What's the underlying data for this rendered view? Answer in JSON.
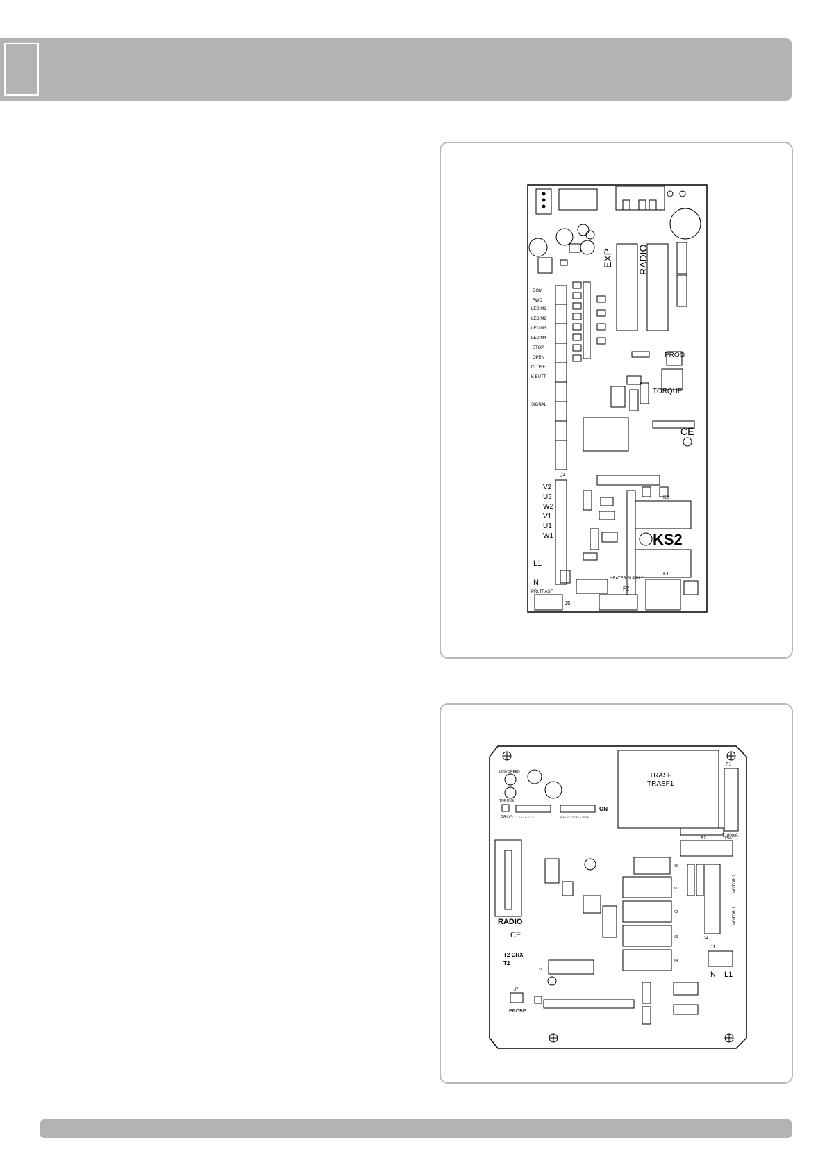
{
  "header": {
    "title": ""
  },
  "figure_top": {
    "board_label": "KS2",
    "labels": {
      "exp": "EXP",
      "radio": "RADIO",
      "prog": "PROG",
      "torque": "TORQUE",
      "ce": "CE",
      "com": "COM",
      "fwd": "FWD",
      "led1": "LED M1",
      "led2": "LED M2",
      "led3": "LED M3",
      "led4": "LED M4",
      "stop": "STOP",
      "open": "OPEN",
      "close": "CLOSE",
      "kbutt": "K BUTT",
      "signal": "SIGNAL",
      "v2": "V2",
      "u2": "U2",
      "w2": "W2",
      "v1": "V1",
      "u1": "U1",
      "w1": "W1",
      "l1": "L1",
      "n": "N",
      "heater_supply": "HEATER SUPPLY",
      "pri_trasf": "PRI.TRASF.",
      "j5": "J5",
      "f2": "F2",
      "k1": "K1",
      "k2": "K2",
      "j4": "J4"
    }
  },
  "figure_bottom": {
    "labels": {
      "trasf": "TRASF",
      "trasf1": "TRASF1",
      "f1": "F1",
      "f2": "F2",
      "t5a": "T5A",
      "t160ma": "T160mA",
      "low_speed": "LOW SPEED",
      "torque": "TORQUE",
      "prog": "PROG",
      "on": "ON",
      "radio": "RADIO",
      "ce": "CE",
      "t2crx": "T2 CRX",
      "t2": "T2",
      "j1": "J1",
      "j3": "J3",
      "j4": "J4",
      "j7": "J7",
      "probe": "PROBE",
      "n": "N",
      "l1": "L1",
      "motor2": "MOTOR 2",
      "motor1": "MOTOR 1",
      "k1": "K1",
      "k2": "K2",
      "k3": "K3",
      "k4": "K4",
      "k5": "K5",
      "dip1": "1 2 3 4 5 6 7 8",
      "dip2": "9 10 11 12 13 14 15 16"
    }
  }
}
